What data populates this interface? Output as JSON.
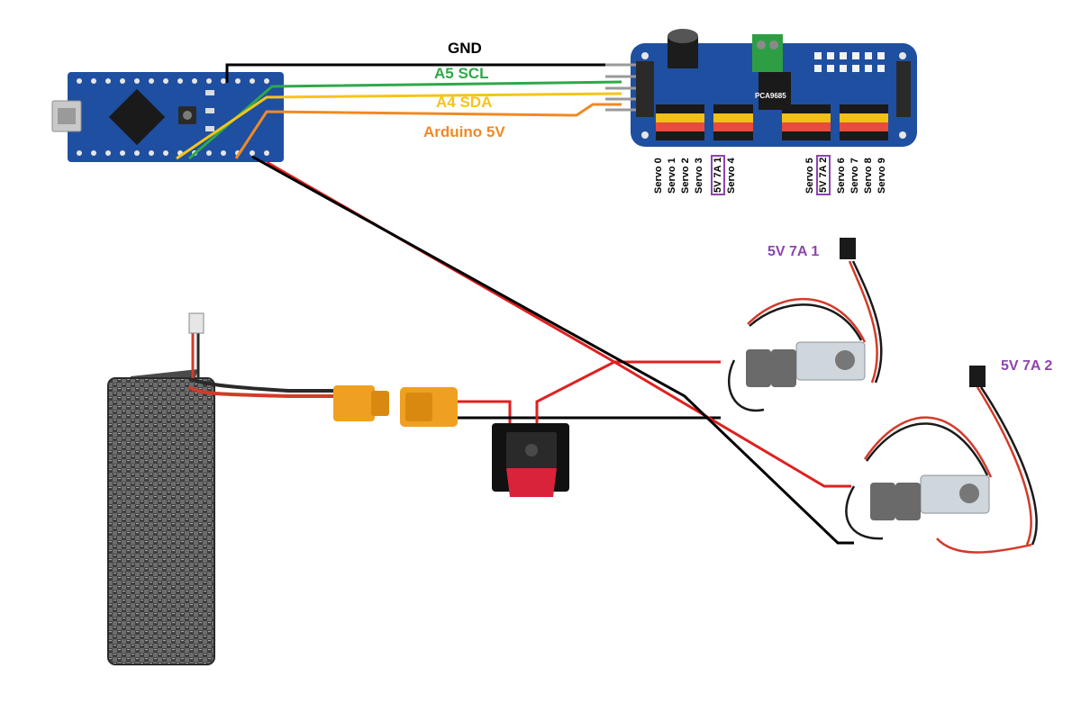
{
  "wire_labels": {
    "gnd": "GND",
    "scl": "A5   SCL",
    "sda": "A4 SDA",
    "vcc": "Arduino 5V"
  },
  "servo_labels": [
    "Servo 0",
    "Servo 1",
    "Servo 2",
    "Servo 3",
    "5V 7A 1",
    "Servo 4",
    "Servo 5",
    "5V 7A 2",
    "Servo 6",
    "Servo 7",
    "Servo 8",
    "Servo 9"
  ],
  "regulators": {
    "r1": "5V 7A 1",
    "r2": "5V 7A 2"
  },
  "pca_board_text": "PCA9685",
  "colors": {
    "gnd": "#000000",
    "scl": "#2fa84a",
    "sda": "#f5c518",
    "vcc": "#f08a24",
    "power": "#e02020",
    "label_purple": "#8e44ad",
    "board_blue": "#1f4fa0"
  }
}
